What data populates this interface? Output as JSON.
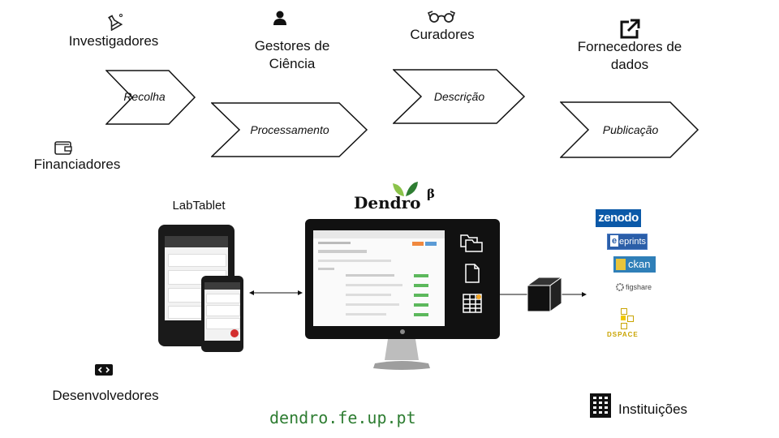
{
  "roles": {
    "investigadores": "Investigadores",
    "gestores": "Gestores de\nCiência",
    "curadores": "Curadores",
    "fornecedores": "Fornecedores de\ndados",
    "financiadores": "Financiadores",
    "desenvolvedores": "Desenvolvedores",
    "instituicoes": "Instituições"
  },
  "stages": [
    "Recolha",
    "Processamento",
    "Descrição",
    "Publicação"
  ],
  "labtablet": "LabTablet",
  "dendro": {
    "name": "Dendro",
    "sup": "β"
  },
  "url": "dendro.fe.up.pt",
  "repositories": {
    "zenodo": "zenodo",
    "eprints": "eprints",
    "eprints_e": "e",
    "ckan": "ckan",
    "figshare": "figshare",
    "dspace": "DSPACE"
  },
  "icons": {
    "investigadores": "flask-icon",
    "gestores": "person-icon",
    "curadores": "glasses-icon",
    "fornecedores": "external-link-icon",
    "financiadores": "wallet-icon",
    "desenvolvedores": "code-icon",
    "instituicoes": "building-icon"
  }
}
